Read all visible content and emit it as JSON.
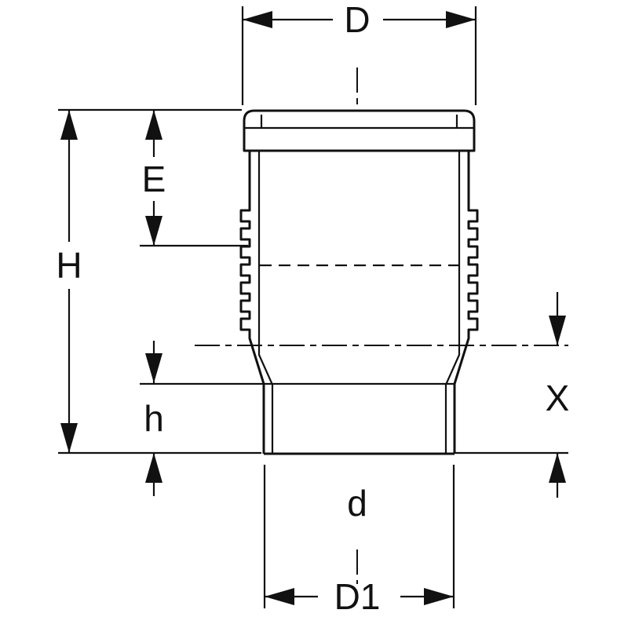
{
  "drawing": {
    "kind": "technical-dimension-drawing",
    "colors": {
      "line": "#111111",
      "background": "#ffffff"
    }
  },
  "labels": {
    "D": "D",
    "E": "E",
    "H": "H",
    "h": "h",
    "X": "X",
    "d": "d",
    "D1": "D1"
  }
}
